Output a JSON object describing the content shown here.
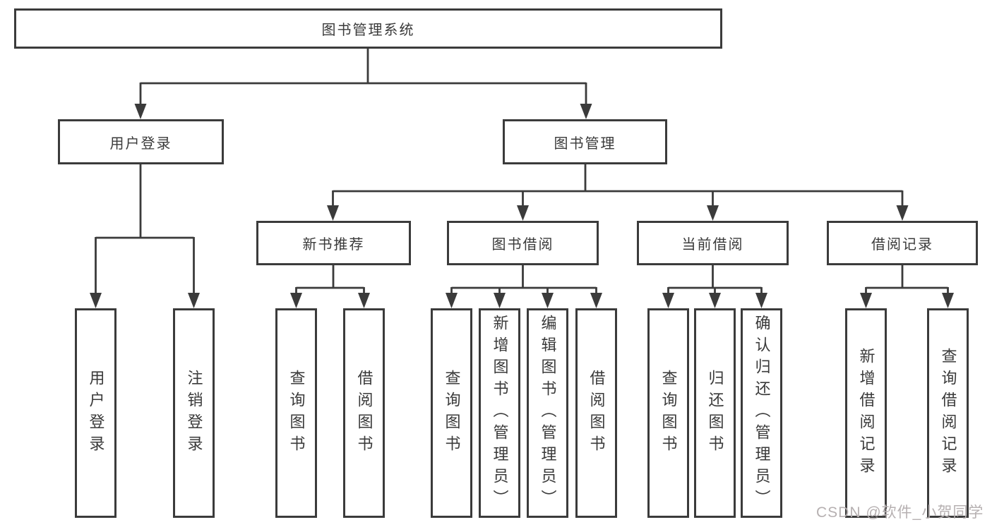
{
  "colors": {
    "line": "#3b3b3b",
    "box_border": "#3b3b3b",
    "box_background": "#ffffff",
    "text": "#3a3a3a",
    "watermark": "#b6b0b1"
  },
  "nodes": {
    "root": {
      "label": "图书管理系统"
    },
    "level2": [
      {
        "label": "用户登录"
      },
      {
        "label": "图书管理"
      }
    ],
    "level3": [
      {
        "label": "新书推荐"
      },
      {
        "label": "图书借阅"
      },
      {
        "label": "当前借阅"
      },
      {
        "label": "借阅记录"
      }
    ],
    "leaves_user_login": [
      {
        "label": "用户登录"
      },
      {
        "label": "注销登录"
      }
    ],
    "leaves_new_book": [
      {
        "label": "查询图书"
      },
      {
        "label": "借阅图书"
      }
    ],
    "leaves_book_borrow": [
      {
        "label": "查询图书"
      },
      {
        "label": "新增图书（管理员）"
      },
      {
        "label": "编辑图书（管理员）"
      },
      {
        "label": "借阅图书"
      }
    ],
    "leaves_current_borrow": [
      {
        "label": "查询图书"
      },
      {
        "label": "归还图书"
      },
      {
        "label": "确认归还（管理员）"
      }
    ],
    "leaves_borrow_record": [
      {
        "label": "新增借阅记录"
      },
      {
        "label": "查询借阅记录"
      }
    ]
  },
  "watermark": "CSDN @软件_小贺同学"
}
